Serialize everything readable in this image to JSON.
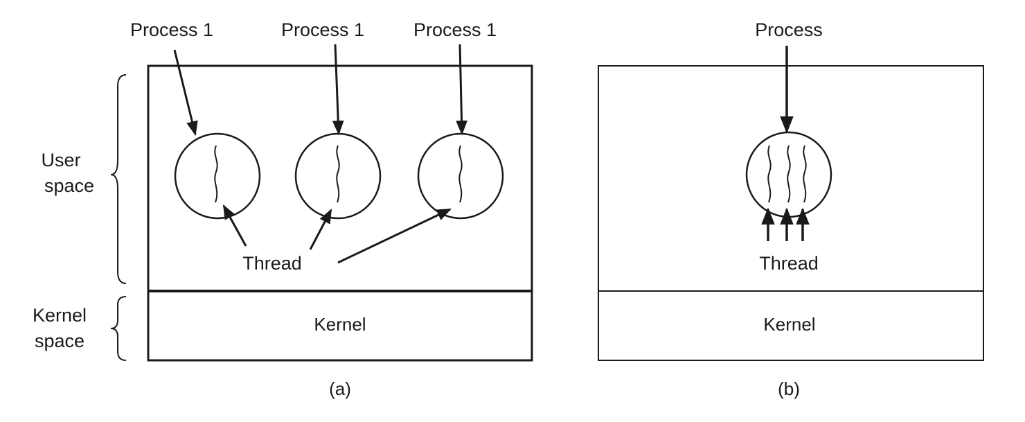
{
  "figure": {
    "panel_a": {
      "caption": "(a)",
      "process_labels": [
        "Process 1",
        "Process 1",
        "Process 1"
      ],
      "thread_label": "Thread",
      "kernel_label": "Kernel",
      "process_count": 3,
      "threads_per_process": 1
    },
    "panel_b": {
      "caption": "(b)",
      "process_label": "Process",
      "thread_label": "Thread",
      "kernel_label": "Kernel",
      "process_count": 1,
      "threads_per_process": 3
    },
    "side_labels": {
      "user_space": [
        "User",
        "space"
      ],
      "kernel_space": [
        "Kernel",
        "space"
      ]
    }
  }
}
